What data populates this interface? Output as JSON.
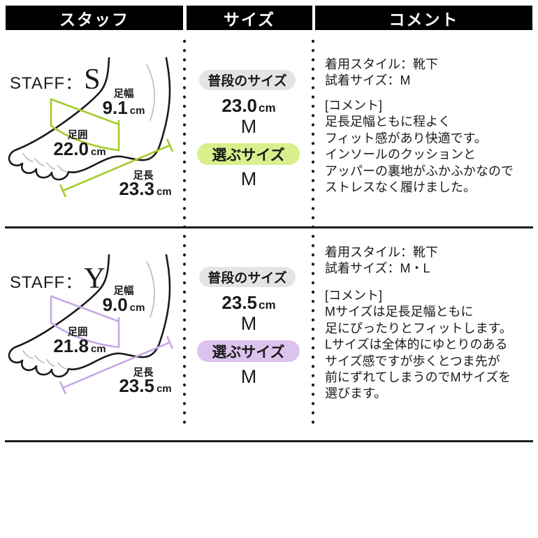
{
  "header": {
    "columns": [
      "スタッフ",
      "サイズ",
      "コメント"
    ]
  },
  "usual_badge_bg": "#e4e4e4",
  "rows": [
    {
      "staff_label": "STAFF：",
      "staff_initial": "S",
      "accent": "#a3cc2a",
      "badge_bg": "#d9ee8c",
      "foot": {
        "width_label": "足幅",
        "width_value": "9.1",
        "girth_label": "足囲",
        "girth_value": "22.0",
        "length_label": "足長",
        "length_value": "23.3",
        "unit": "cm"
      },
      "size": {
        "usual_label": "普段のサイズ",
        "usual_value": "23.0",
        "usual_unit": "cm",
        "usual_size": "M",
        "choose_label": "選ぶサイズ",
        "choose_size": "M"
      },
      "comment": {
        "style_line": "着用スタイル：靴下",
        "fitting_line": "試着サイズ：M",
        "lines": [
          "[コメント]",
          "足長足幅ともに程よく",
          "フィット感があり快適です。",
          "インソールのクッションと",
          "アッパーの裏地がふかふかなので",
          "ストレスなく履けました。"
        ]
      }
    },
    {
      "staff_label": "STAFF：",
      "staff_initial": "Y",
      "accent": "#c7a7e6",
      "badge_bg": "#dcc3ee",
      "foot": {
        "width_label": "足幅",
        "width_value": "9.0",
        "girth_label": "足囲",
        "girth_value": "21.8",
        "length_label": "足長",
        "length_value": "23.5",
        "unit": "cm"
      },
      "size": {
        "usual_label": "普段のサイズ",
        "usual_value": "23.5",
        "usual_unit": "cm",
        "usual_size": "M",
        "choose_label": "選ぶサイズ",
        "choose_size": "M"
      },
      "comment": {
        "style_line": "着用スタイル：靴下",
        "fitting_line": "試着サイズ：M・L",
        "lines": [
          "[コメント]",
          "Mサイズは足長足幅ともに",
          "足にぴったりとフィットします。",
          "Lサイズは全体的にゆとりのある",
          "サイズ感ですが歩くとつま先が",
          "前にずれてしまうのでMサイズを",
          "選びます。"
        ]
      }
    }
  ]
}
